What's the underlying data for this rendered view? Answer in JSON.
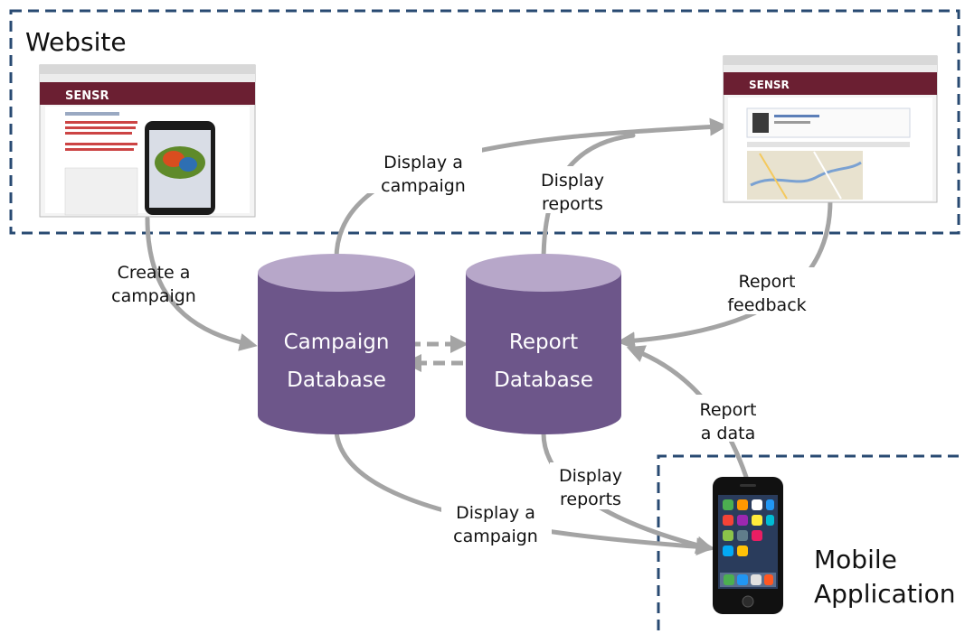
{
  "regions": {
    "website": "Website",
    "mobile_line1": "Mobile",
    "mobile_line2": "Application"
  },
  "databases": {
    "campaign": [
      "Campaign",
      "Database"
    ],
    "report": [
      "Report",
      "Database"
    ]
  },
  "flows": {
    "create_campaign": [
      "Create a",
      "campaign"
    ],
    "display_campaign_web": [
      "Display a",
      "campaign"
    ],
    "display_reports_web": [
      "Display",
      "reports"
    ],
    "report_feedback": [
      "Report",
      "feedback"
    ],
    "report_data": [
      "Report",
      "a data"
    ],
    "display_reports_mobile": [
      "Display",
      "reports"
    ],
    "display_campaign_mobile": [
      "Display a",
      "campaign"
    ]
  },
  "screens": {
    "left_brand": "SENSR",
    "right_brand": "SENSR"
  },
  "colors": {
    "db_fill": "#6d568a",
    "db_top": "#b7a7c9",
    "region_border": "#284a72",
    "flow": "#a4a4a4",
    "header_bar": "#6b1f32"
  }
}
